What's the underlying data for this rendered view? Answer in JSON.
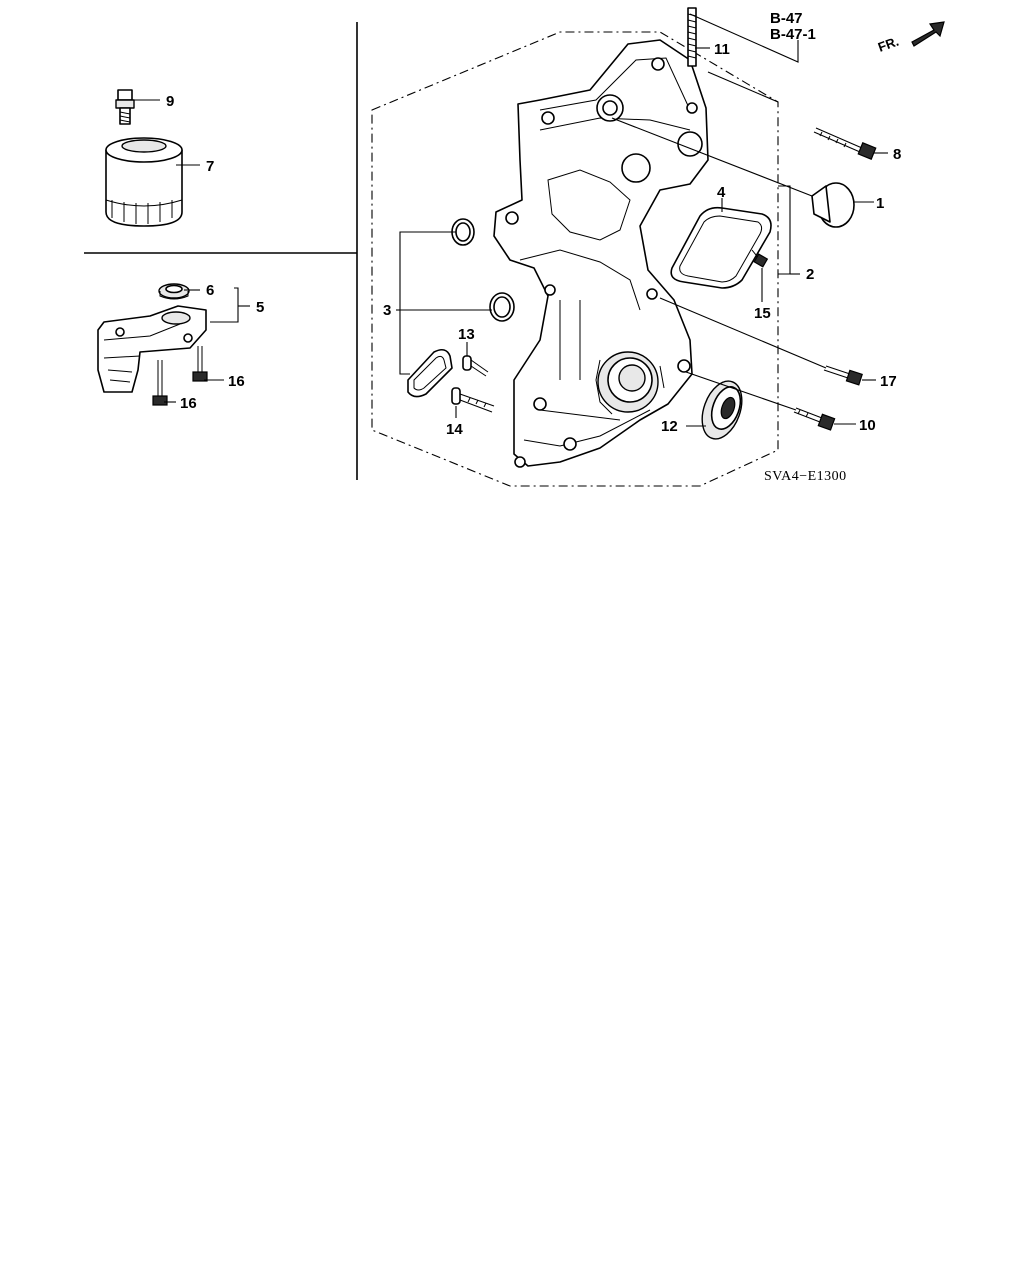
{
  "diagram": {
    "diagram_code": "SVA4−E1300",
    "references": {
      "ref_a": "B-47",
      "ref_b": "B-47-1"
    },
    "direction_label": "FR.",
    "callouts": {
      "c1": "1",
      "c2": "2",
      "c3": "3",
      "c4": "4",
      "c5": "5",
      "c6": "6",
      "c7": "7",
      "c8": "8",
      "c9": "9",
      "c10": "10",
      "c11": "11",
      "c12": "12",
      "c13": "13",
      "c14": "14",
      "c15": "15",
      "c16a": "16",
      "c16b": "16",
      "c17": "17"
    }
  }
}
